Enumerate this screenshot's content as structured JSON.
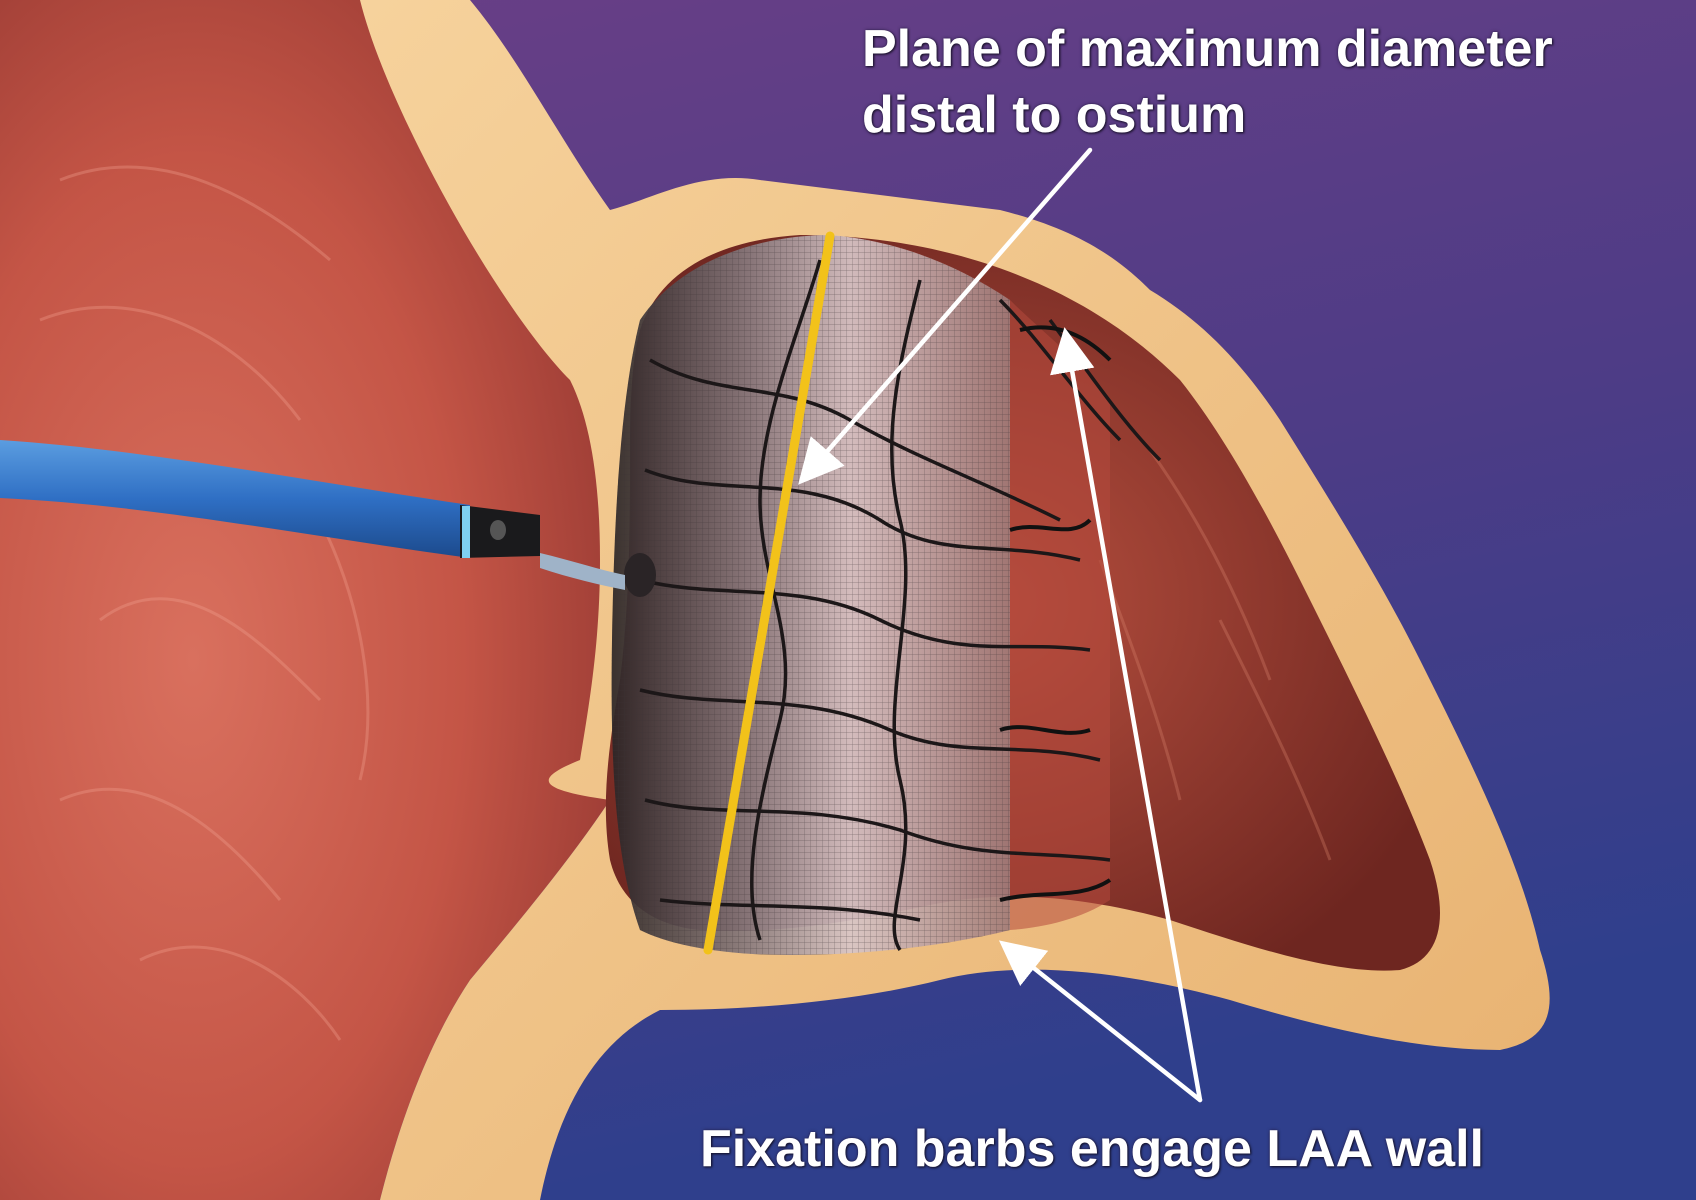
{
  "annotations": {
    "plane_line1": "Plane of maximum diameter",
    "plane_line2": "distal to ostium",
    "barbs": "Fixation barbs engage LAA wall"
  },
  "colors": {
    "background_top": "#6b3f86",
    "background_bottom": "#2f3f8c",
    "atrium_wall": "#c8574a",
    "appendage_rim": "#f2c48a",
    "catheter": "#2f6fc4",
    "device_mesh": "#4a4042",
    "plane_line": "#f2c21a",
    "arrows": "#ffffff"
  }
}
